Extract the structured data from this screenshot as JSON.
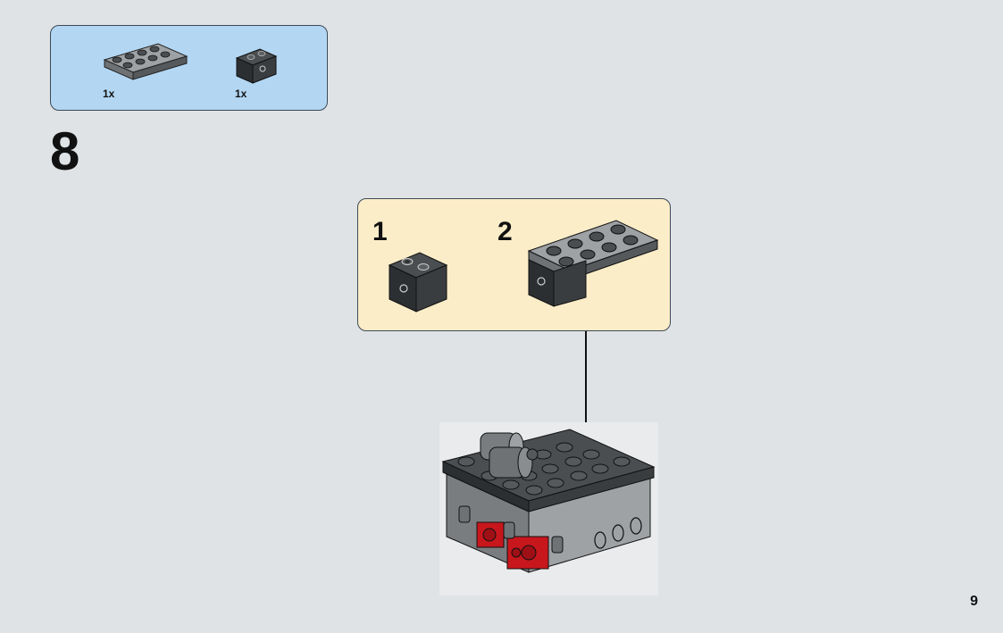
{
  "parts_list": {
    "items": [
      {
        "name": "plate-2x4-dark-gray",
        "quantity": "1x"
      },
      {
        "name": "brick-1x2-technic-hole",
        "quantity": "1x"
      }
    ]
  },
  "step": {
    "number": "8",
    "sub_steps": [
      {
        "label": "1"
      },
      {
        "label": "2"
      }
    ]
  },
  "page": {
    "number": "9"
  },
  "colors": {
    "parts_box_bg": "#b3d7f3",
    "sub_box_bg": "#fcedc9",
    "page_bg": "#dfe3e6",
    "brick_dark": "#3a3d40",
    "brick_gray": "#8a8d90",
    "brick_red": "#c8161d"
  }
}
